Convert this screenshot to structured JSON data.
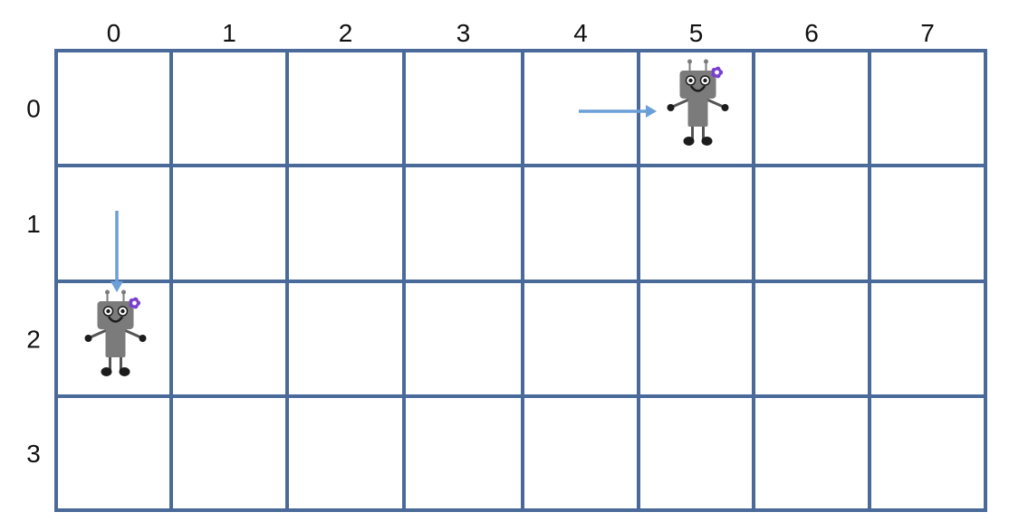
{
  "grid": {
    "columns": [
      "0",
      "1",
      "2",
      "3",
      "4",
      "5",
      "6",
      "7"
    ],
    "rows": [
      "0",
      "1",
      "2",
      "3"
    ],
    "line_color": "#4a6a9a"
  },
  "robots": [
    {
      "row": 0,
      "col": 5,
      "arrow": "right",
      "icon": "robot-icon"
    },
    {
      "row": 2,
      "col": 0,
      "arrow": "down",
      "icon": "robot-icon"
    }
  ],
  "colors": {
    "robot_body": "#7b7b7b",
    "robot_limb": "#555555",
    "robot_dark": "#1c1c1c",
    "flower": "#7a3fd0",
    "arrow": "#6a9fd8"
  }
}
